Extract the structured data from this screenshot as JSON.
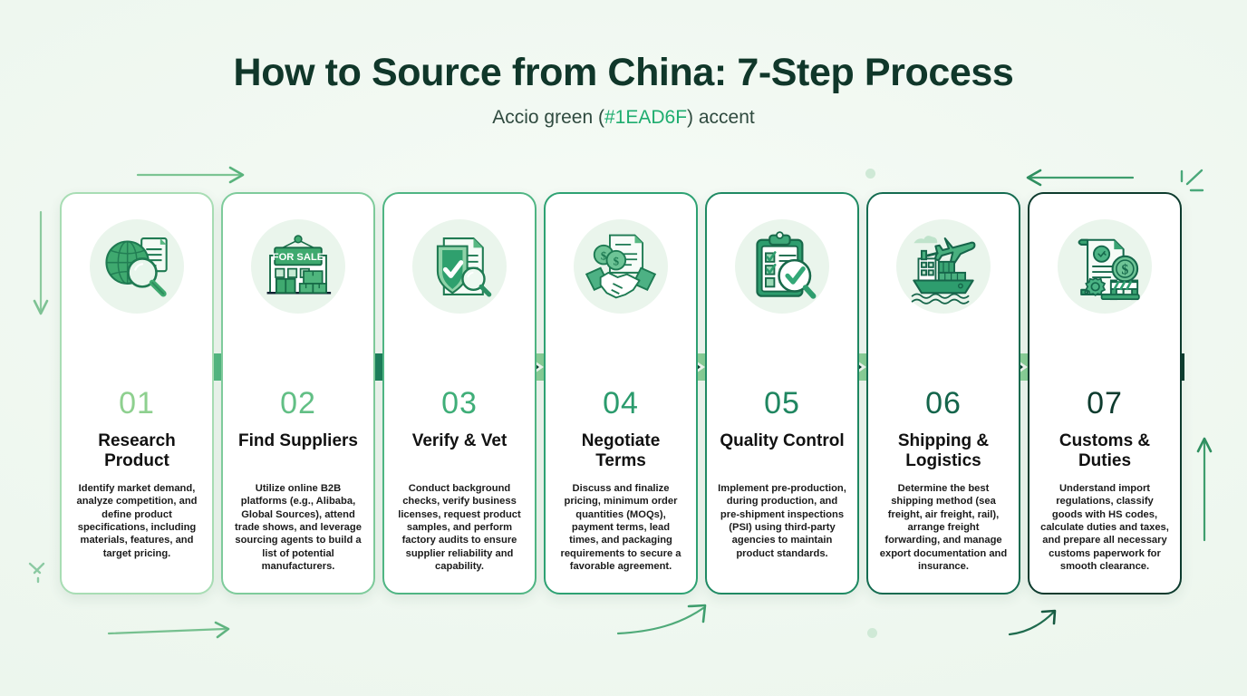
{
  "header": {
    "title": "How to Source from China: 7-Step Process",
    "subtitle_pre": "Accio green (",
    "subtitle_accent": "#1EAD6F",
    "subtitle_post": ") accent"
  },
  "theme": {
    "accent_green": "#1EAD6F",
    "dark_teal": "#0d3b2e",
    "light_green": "#8ed08f",
    "page_bg": "#eef7ef",
    "icon_circle_bg": "#eaf5ec"
  },
  "steps": [
    {
      "number": "01",
      "title": "Research Product",
      "desc": "Identify market demand, analyze competition, and define product specifications, including materials, features, and target pricing.",
      "icon": "globe-magnifier-document-icon",
      "number_color": "#8ed08f",
      "border_color": "#a8ddb4"
    },
    {
      "number": "02",
      "title": "Find Suppliers",
      "desc": "Utilize online B2B platforms (e.g., Alibaba, Global Sources), attend trade shows, and leverage sourcing agents to build a list of potential manufacturers.",
      "icon": "factory-for-sale-icon",
      "number_color": "#62bf85",
      "border_color": "#7ecb9b"
    },
    {
      "number": "03",
      "title": "Verify & Vet",
      "desc": "Conduct background checks, verify business licenses, request product samples, and perform factory audits to ensure supplier reliability and capability.",
      "icon": "shield-check-document-icon",
      "number_color": "#3fae78",
      "border_color": "#4fb583"
    },
    {
      "number": "04",
      "title": "Negotiate Terms",
      "desc": "Discuss and finalize pricing, minimum order quantities (MOQs), payment terms, lead times, and packaging requirements to secure a favorable agreement.",
      "icon": "handshake-coins-contract-icon",
      "number_color": "#2b9b6d",
      "border_color": "#2ea273"
    },
    {
      "number": "05",
      "title": "Quality Control",
      "desc": "Implement pre-production, during production, and pre-shipment inspections (PSI) using third-party agencies to maintain product standards.",
      "icon": "clipboard-checklist-magnifier-icon",
      "number_color": "#1f8660",
      "border_color": "#1f8a63"
    },
    {
      "number": "06",
      "title": "Shipping & Logistics",
      "desc": "Determine the best shipping method (sea freight, air freight, rail), arrange freight forwarding, and manage export documentation and insurance.",
      "icon": "cargo-ship-airplane-icon",
      "number_color": "#14654b",
      "border_color": "#146b50"
    },
    {
      "number": "07",
      "title": "Customs & Duties",
      "desc": "Understand import regulations, classify goods with HS codes, calculate duties and taxes, and prepare all necessary customs paperwork for smooth clearance.",
      "icon": "customs-document-barrier-icon",
      "number_color": "#0d3b2e",
      "border_color": "#0d3b2e"
    }
  ],
  "decorations": {
    "arrow_top_left": "arrow-right-decor",
    "arrow_left_down": "arrow-down-decor",
    "arrow_top_right": "arrow-left-decor",
    "arrow_right_up": "arrow-up-decor",
    "arrow_bottom_left": "arrow-right-decor",
    "arrow_bottom_curve": "arrow-curve-up-decor",
    "sparkle_top_right": "sparkle-icon",
    "sparkle_bottom_left": "sparkle-icon",
    "dot_top": "dot-decor",
    "dot_bottom": "dot-decor"
  }
}
